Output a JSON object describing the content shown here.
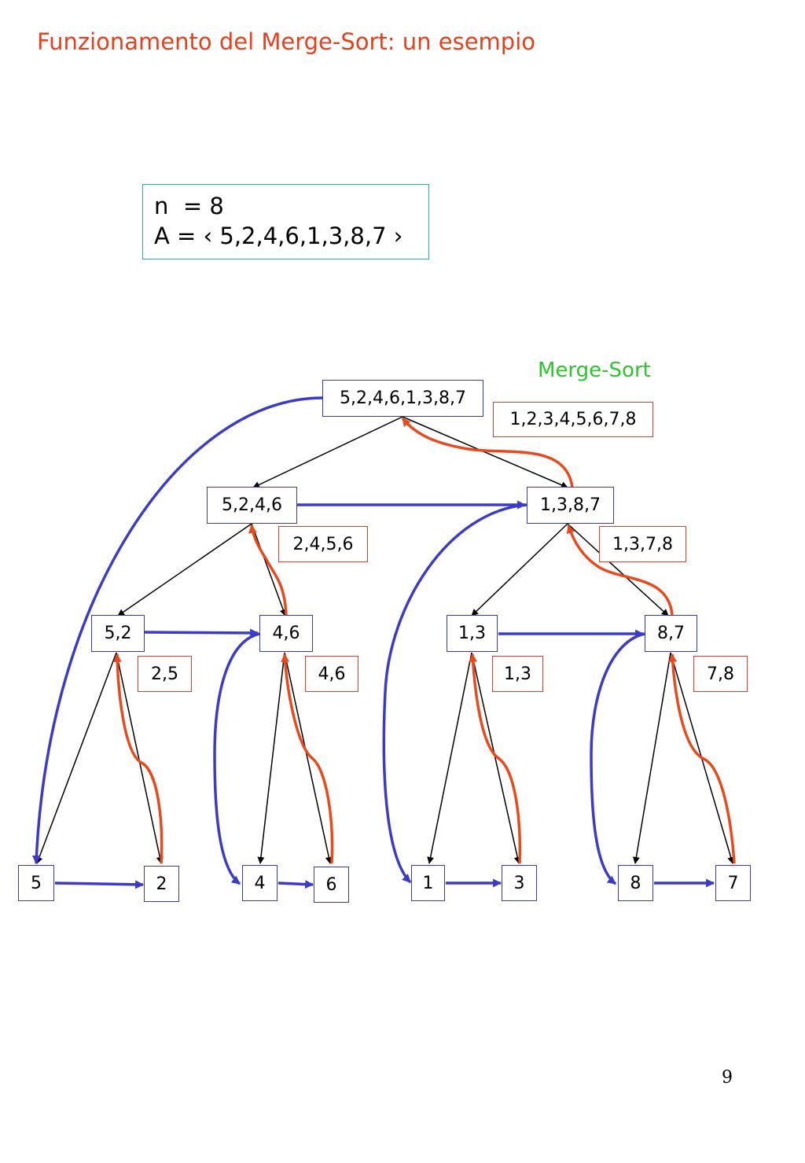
{
  "title": "Funzionamento del Merge-Sort: un esempio",
  "info": {
    "line1": "n  = 8",
    "line2": "A = ‹ 5,2,4,6,1,3,8,7 ›"
  },
  "merge_sort_label": "Merge-Sort",
  "page_number": "9",
  "colors": {
    "title": "#e8401c",
    "info_border": "#2bb58a",
    "label": "#2fc42f",
    "split_arrows": "#000000",
    "order_arrows": "#3b3bc8",
    "merge_arrows": "#e84a1e",
    "input_box_border": "#3b3bb0",
    "result_box_border": "#d8402a"
  },
  "nodes": {
    "root": "5,2,4,6,1,3,8,7",
    "l1_left": "5,2,4,6",
    "l1_right": "1,3,8,7",
    "l2_a": "5,2",
    "l2_b": "4,6",
    "l2_c": "1,3",
    "l2_d": "8,7",
    "leaf_1": "5",
    "leaf_2": "2",
    "leaf_3": "4",
    "leaf_4": "6",
    "leaf_5": "1",
    "leaf_6": "3",
    "leaf_7": "8",
    "leaf_8": "7"
  },
  "results": {
    "root": "1,2,3,4,5,6,7,8",
    "l1_left": "2,4,5,6",
    "l1_right": "1,3,7,8",
    "l2_a": "2,5",
    "l2_b": "4,6",
    "l2_c": "1,3",
    "l2_d": "7,8"
  }
}
